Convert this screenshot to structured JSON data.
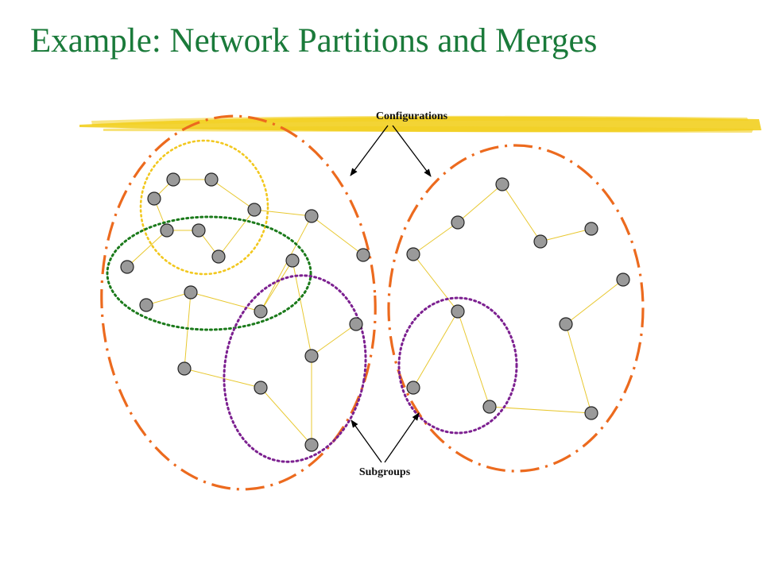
{
  "slide": {
    "title": "Example: Network Partitions and Merges",
    "title_color": "#1a7a3a"
  },
  "labels": {
    "configurations": "Configurations",
    "subgroups": "Subgroups"
  },
  "colors": {
    "highlighter": "#f2cf1f",
    "configuration_boundary": "#ec6a1e",
    "subgroup_yellow": "#f2c81f",
    "subgroup_green": "#1b7a1b",
    "subgroup_purple": "#7c2090",
    "link": "#e8c830",
    "node_fill": "#9a9a9a",
    "arrow": "#000000"
  }
}
